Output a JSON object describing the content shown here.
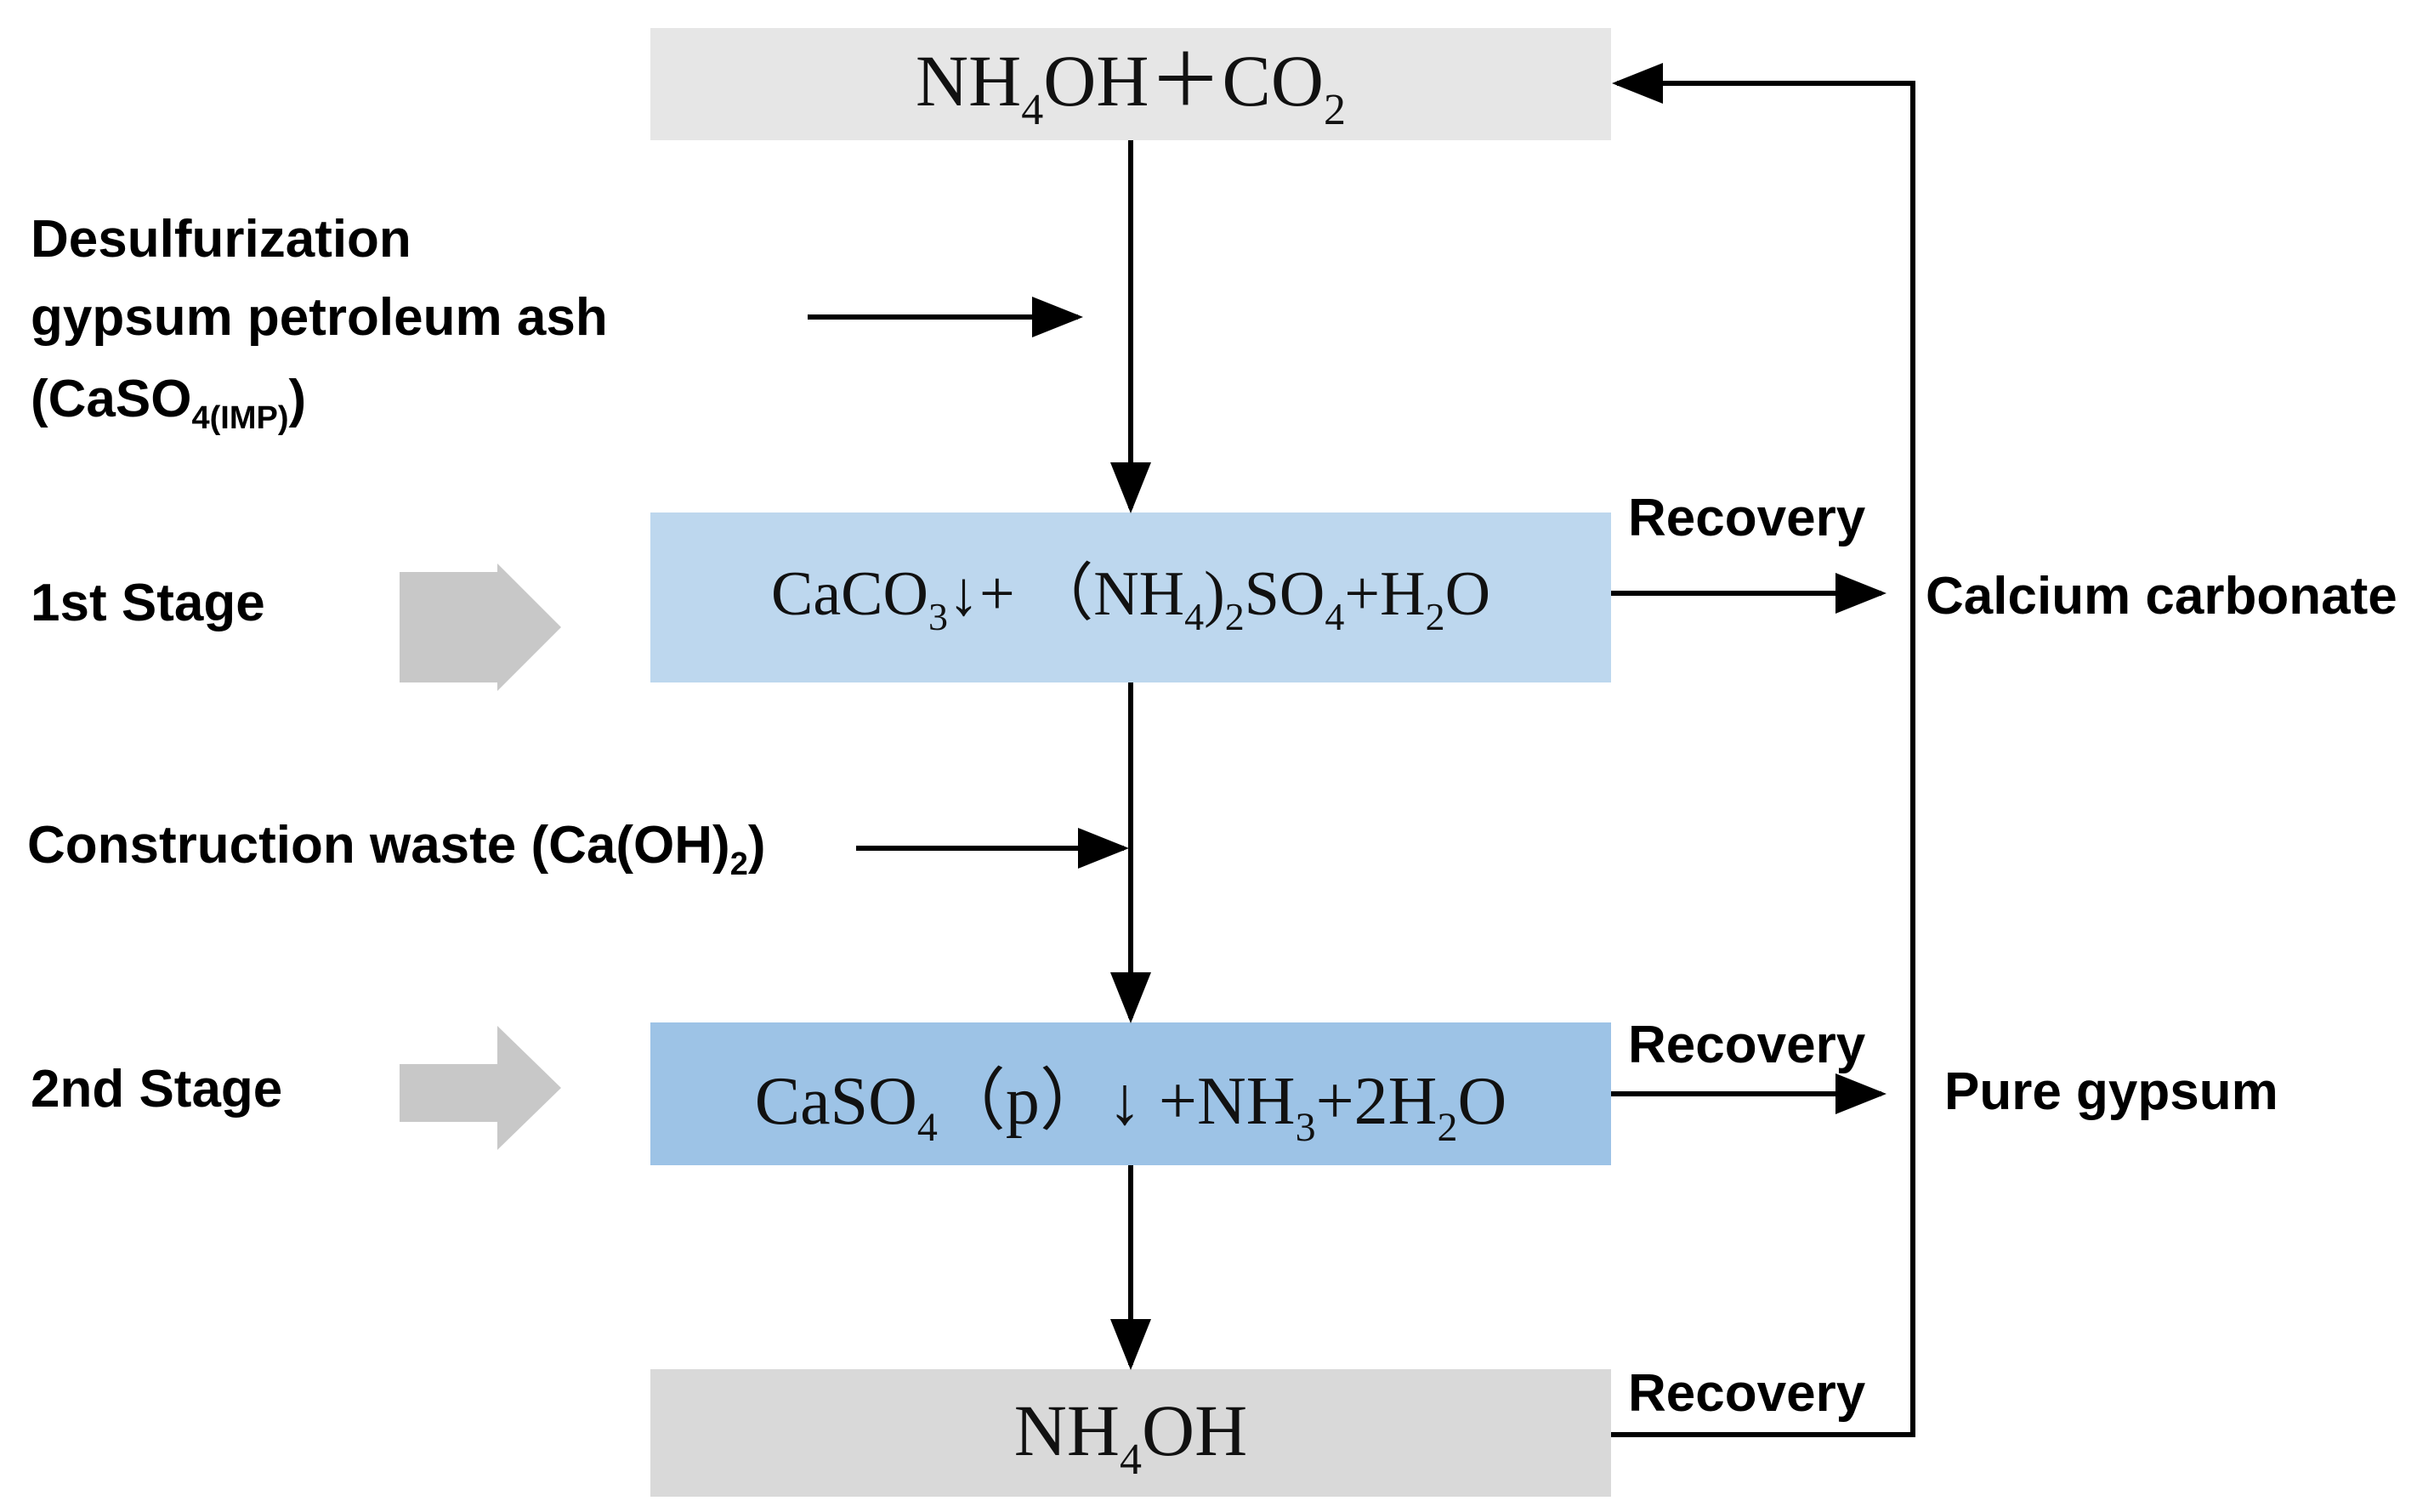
{
  "colors": {
    "box_gray": "#e6e6e6",
    "box_gray_bottom": "#d9d9d9",
    "box_stage1": "#bdd7ee",
    "box_stage2": "#9dc3e6",
    "stage_arrow": "#c8c8c8"
  },
  "boxes": {
    "top": {
      "base1": "NH",
      "sub1": "4",
      "base2": "OH＋CO",
      "sub2": "2"
    },
    "stage1": {
      "t1": "CaCO",
      "s1": "3",
      "t2": "↓+ （NH",
      "s2": "4",
      "t3": ")",
      "s3": "2",
      "t4": "SO",
      "s4": "4",
      "t5": "+H",
      "s5": "2",
      "t6": "O"
    },
    "stage2": {
      "t1": "CaSO",
      "s1": "4",
      "t2": "（p）↓ +NH",
      "s2": "3",
      "t3": "+2H",
      "s3": "2",
      "t4": "O"
    },
    "bottom": {
      "t1": "NH",
      "s1": "4",
      "t2": "OH"
    }
  },
  "inputs": {
    "feed_line1": "Desulfurization",
    "feed_line2": "gypsum petroleum ash",
    "feed_line3_main": "(CaSO",
    "feed_line3_sub": "4(IMP)",
    "feed_line3_end": ")",
    "waste_main": "Construction waste (Ca(OH)",
    "waste_sub": "2",
    "waste_end": ")"
  },
  "stages": {
    "first": "1st Stage",
    "second": "2nd Stage"
  },
  "outputs": {
    "recovery_1": "Recovery",
    "recovery_2": "Recovery",
    "recovery_3": "Recovery",
    "product_1": "Calcium carbonate",
    "product_2": "Pure gypsum"
  }
}
